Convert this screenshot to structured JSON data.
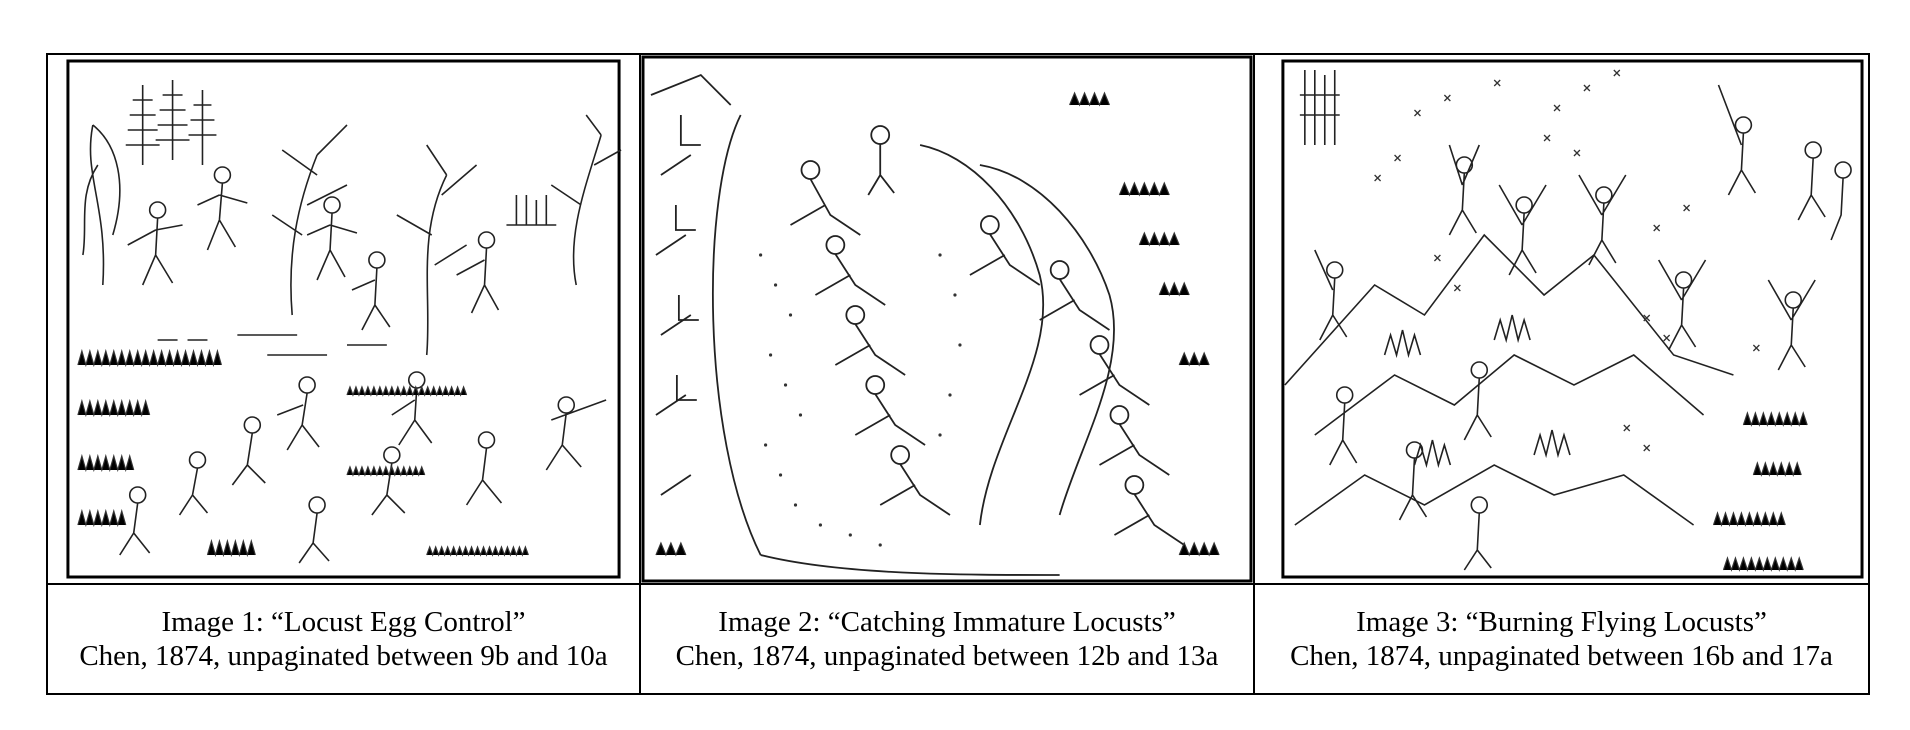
{
  "panels": [
    {
      "illustration": "locust-egg-control-woodcut",
      "title_line": "Image 1: “Locust Egg Control”",
      "citation_line": "Chen, 1874, unpaginated between 9b and 10a"
    },
    {
      "illustration": "catching-immature-locusts-woodcut",
      "title_line": "Image 2: “Catching Immature Locusts”",
      "citation_line": "Chen, 1874, unpaginated between 12b and 13a"
    },
    {
      "illustration": "burning-flying-locusts-woodcut",
      "title_line": "Image 3: “Burning Flying Locusts”",
      "citation_line": "Chen, 1874, unpaginated between 16b and 17a"
    }
  ],
  "colors": {
    "ink": "#000000",
    "paper": "#ffffff"
  }
}
